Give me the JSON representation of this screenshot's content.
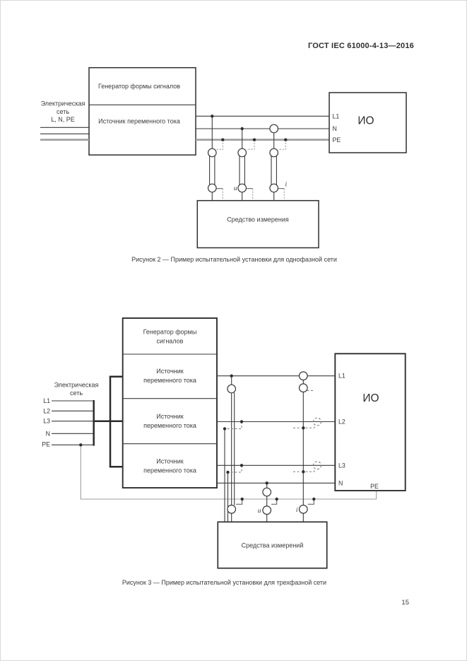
{
  "page": {
    "header": "ГОСТ IEC 61000-4-13—2016",
    "page_number": "15"
  },
  "colors": {
    "circuit_line": "#3a3a3a",
    "thick_bus": "#2b2b2b",
    "pe_gray": "#9e9e9e",
    "text": "#333333",
    "background": "#ffffff"
  },
  "figure2": {
    "caption": "Рисунок 2 — Пример испытательной установки для однофазной сети",
    "generator_label": "Генератор формы сигналов",
    "source_label": "Источник переменного тока",
    "mains_label_line1": "Электрическая",
    "mains_label_line2": "сеть",
    "mains_label_line3": "L, N, PE",
    "eut_label": "ИО",
    "terminals": {
      "l1": "L1",
      "n": "N",
      "pe": "PE"
    },
    "meter_label": "Средство измерения",
    "probe_u": "u",
    "probe_i": "i"
  },
  "figure3": {
    "caption": "Рисунок 3 — Пример испытательной установки для трехфазной сети",
    "generator_label_line1": "Генератор формы",
    "generator_label_line2": "сигналов",
    "source_label_line1": "Источник",
    "source_label_line2": "переменного тока",
    "mains_label_line1": "Электрическая",
    "mains_label_line2": "сеть",
    "mains": [
      "L1",
      "L2",
      "L3",
      "N",
      "PE"
    ],
    "eut_label": "ИО",
    "terminals": {
      "l1": "L1",
      "l2": "L2",
      "l3": "L3",
      "n": "N",
      "pe": "PE"
    },
    "meter_label": "Средства измерений",
    "probe_u": "u",
    "probe_i": "i"
  }
}
